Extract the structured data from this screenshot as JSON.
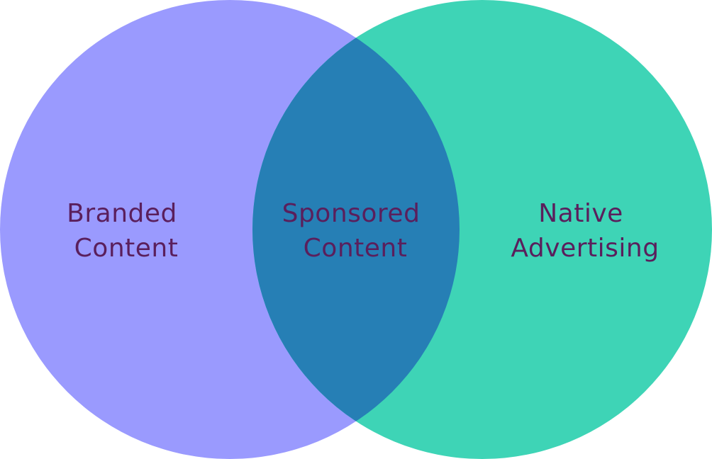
{
  "diagram": {
    "type": "venn",
    "sets": [
      {
        "id": "left",
        "name": "left-set-branded-content",
        "label_lines": [
          "Branded",
          "Content"
        ],
        "color": "#9a9afe"
      },
      {
        "id": "right",
        "name": "right-set-native-advertising",
        "label_lines": [
          "Native",
          "Advertising"
        ],
        "color": "#3ed4b6"
      }
    ],
    "intersection": {
      "name": "intersection-sponsored-content",
      "label_lines": [
        "Sponsored",
        "Content"
      ],
      "color": "#267fb5"
    },
    "label_color": "#5a1f5c",
    "background": "#ffffff"
  }
}
